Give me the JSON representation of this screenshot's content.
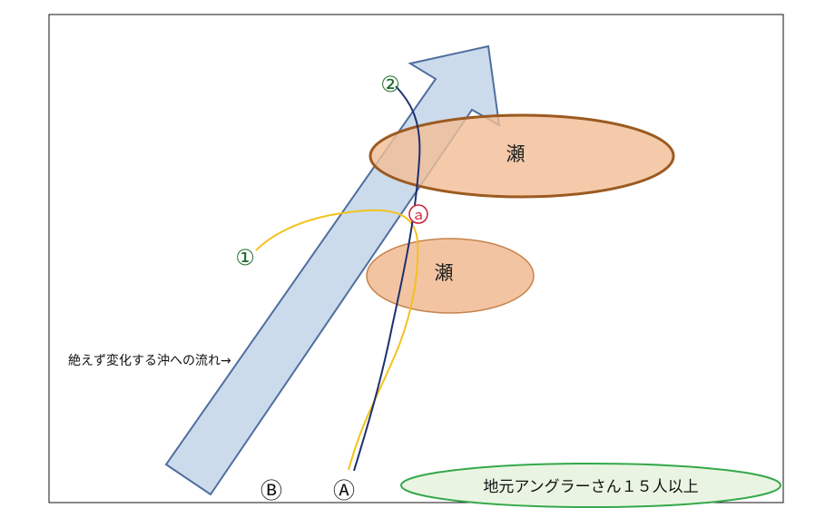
{
  "shoals": [
    {
      "label": "瀬"
    },
    {
      "label": "瀬"
    }
  ],
  "current_label": "絶えず変化する沖への流れ→",
  "anglers_label": "地元アングラーさん１５人以上",
  "markers": {
    "one": "①",
    "two": "②",
    "a_small": "ａ",
    "A": "Ⓐ",
    "B": "Ⓑ"
  },
  "colors": {
    "arrow_fill": "#c7d7ea",
    "arrow_stroke": "#4f6f9f",
    "shoal_fill": "#f2be98",
    "shoal_stroke": "#9c5a21",
    "yellow_line": "#f2c21d",
    "navy_line": "#1d2f6e",
    "green_text": "#1f6b2a",
    "red_text": "#cc1f35",
    "angler_fill": "#e9f5e2",
    "angler_stroke": "#35a84a"
  }
}
